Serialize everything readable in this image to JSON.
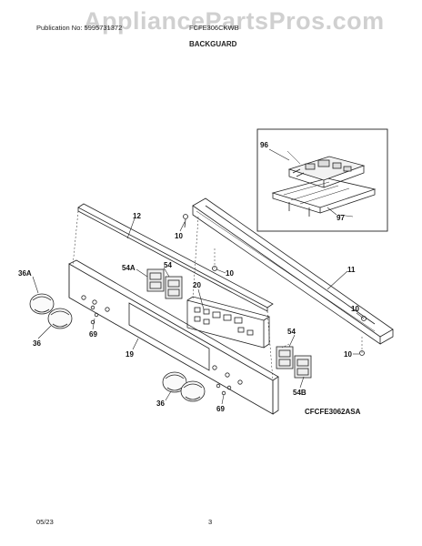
{
  "header": {
    "watermark": "AppliancePartsPros.com",
    "publication": "Publication No: 5995731372",
    "model": "FCFE306CKWB",
    "section": "BACKGUARD"
  },
  "diagram": {
    "code": "CFCFE3062ASA",
    "callouts": [
      "96",
      "97",
      "12",
      "10",
      "10",
      "11",
      "36A",
      "54",
      "54A",
      "20",
      "10",
      "69",
      "36",
      "19",
      "54",
      "10",
      "54B",
      "36",
      "69"
    ]
  },
  "footer": {
    "date": "05/23",
    "page": "3"
  },
  "colors": {
    "line": "#222222",
    "watermark": "#aaaaaa"
  }
}
